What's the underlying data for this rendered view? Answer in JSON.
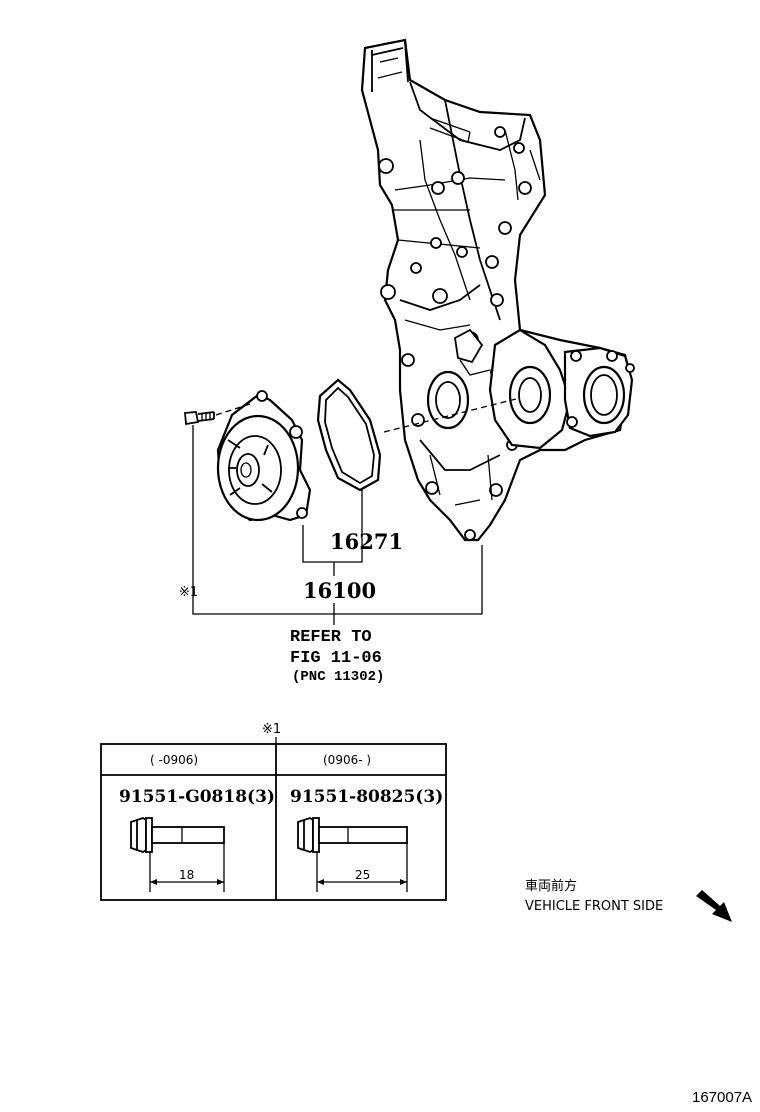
{
  "callouts": {
    "gasket": "16271",
    "pump": "16100",
    "bolt_ref": "※1"
  },
  "refer": {
    "line1": "REFER TO",
    "line2": "FIG 11-06",
    "line3": "(PNC 11302)"
  },
  "bolt_table": {
    "marker": "※1",
    "columns": [
      {
        "header": "(    -0906)",
        "part": "91551-G0818(3)",
        "length": "18"
      },
      {
        "header": "(0906-    )",
        "part": "91551-80825(3)",
        "length": "25"
      }
    ]
  },
  "vehicle_front": {
    "jp": "車両前方",
    "en": "VEHICLE FRONT SIDE"
  },
  "figure_id": "167007A"
}
